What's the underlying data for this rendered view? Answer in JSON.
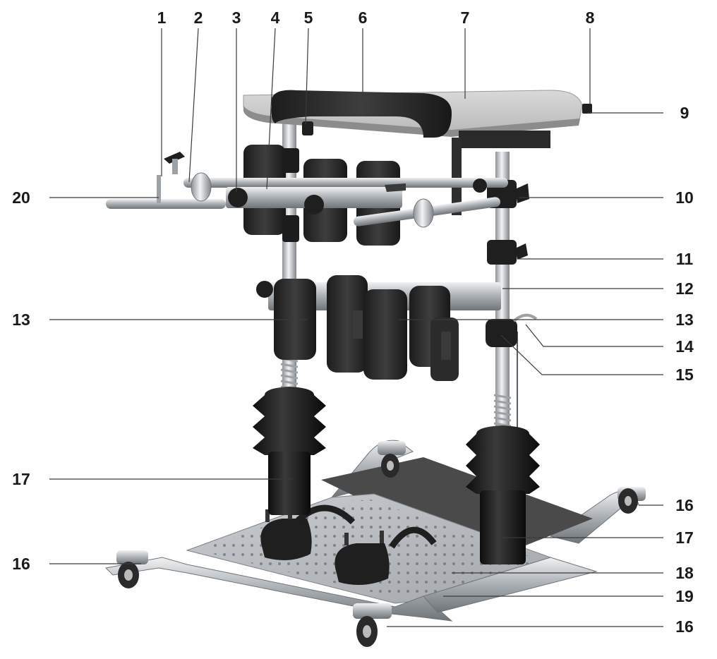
{
  "labels": {
    "l1": "1",
    "l2": "2",
    "l3": "3",
    "l4": "4",
    "l5": "5",
    "l6": "6",
    "l7": "7",
    "l8": "8",
    "l9": "9",
    "l10": "10",
    "l11": "11",
    "l12": "12",
    "l13a": "13",
    "l13b": "13",
    "l14": "14",
    "l15": "15",
    "l16a": "16",
    "l16b": "16",
    "l16c": "16",
    "l17a": "17",
    "l17b": "17",
    "l18": "18",
    "l19": "19",
    "l20": "20"
  },
  "colors": {
    "frame_metal": "#b9bdc2",
    "chrome": "#dfe2e5",
    "pad_black": "#262626",
    "tray_top": "#cfcfcf",
    "base_mat": "#4a4a4a"
  }
}
